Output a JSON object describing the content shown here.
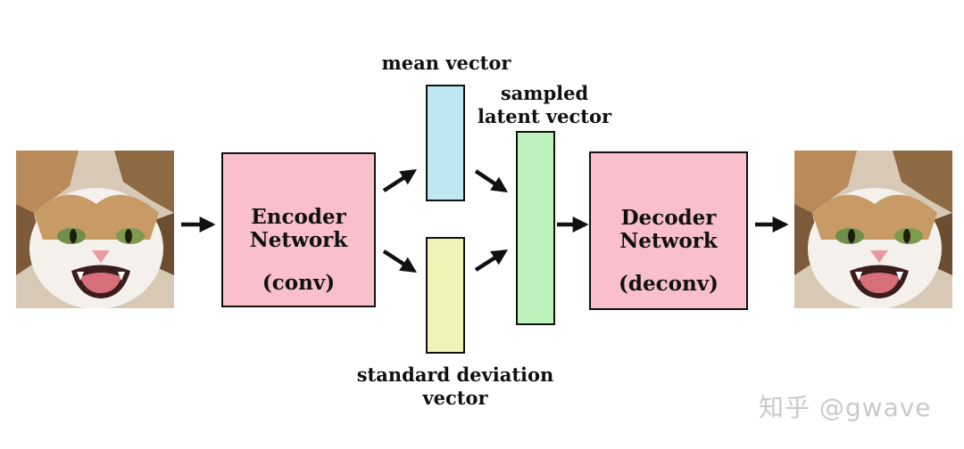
{
  "diagram": {
    "labels": {
      "mean_vector": "mean vector",
      "sampled_latent_line1": "sampled",
      "sampled_latent_line2": "latent vector",
      "std_line1": "standard deviation",
      "std_line2": "vector"
    },
    "encoder": {
      "line1": "Encoder",
      "line2": "Network",
      "line3": "(conv)"
    },
    "decoder": {
      "line1": "Decoder",
      "line2": "Network",
      "line3": "(deconv)"
    },
    "colors": {
      "encoder_box": "#f9c0cb",
      "decoder_box": "#f9c0cb",
      "mean_box": "#bfe7f2",
      "std_box": "#f2f2b8",
      "latent_box": "#bdf2bd"
    },
    "input_image": "cat-photo",
    "output_image": "cat-photo",
    "watermark": "知乎 @gwave"
  }
}
